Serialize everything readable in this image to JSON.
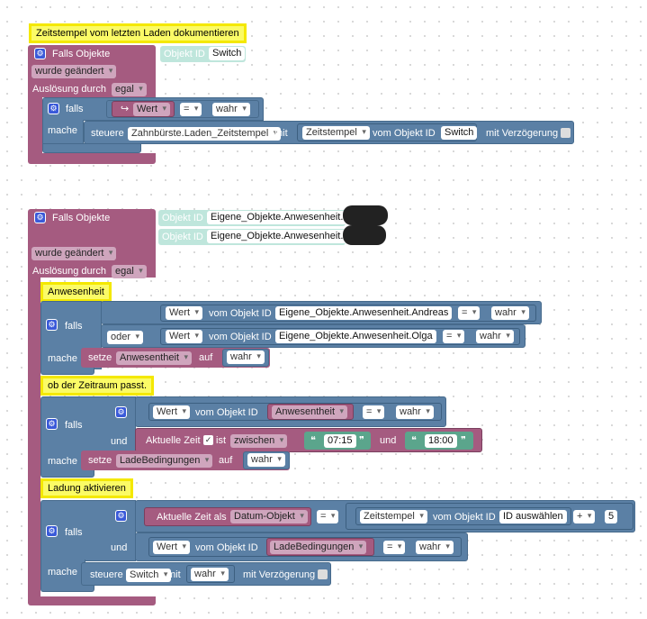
{
  "block1": {
    "comment": "Zeitstempel vom letzten Laden dokumentieren",
    "event_label": "Falls Objekte",
    "objekt_id_label": "Objekt ID",
    "objekt_id_value": "Switch",
    "changed_label": "wurde geändert",
    "trigger_label": "Auslösung durch",
    "trigger_value": "egal",
    "if_label": "falls",
    "do_label": "mache",
    "value_label": "Wert",
    "eq": "=",
    "true_value": "wahr",
    "control_label": "steuere",
    "control_target": "Zahnbürste.Laden_Zeitstempel",
    "with_label": "mit",
    "timestamp_label": "Zeitstempel",
    "from_object_label": "vom Objekt ID",
    "from_object_value": "Switch",
    "delay_label": "mit Verzögerung"
  },
  "block2": {
    "event_label": "Falls Objekte",
    "objekt_id_label": "Objekt ID",
    "objekt_id_1": "Eigene_Objekte.Anwesenheit.",
    "objekt_id_2": "Eigene_Objekte.Anwesenheit.",
    "changed_label": "wurde geändert",
    "trigger_label": "Auslösung durch",
    "trigger_value": "egal",
    "comment_1": "Anwesenheit",
    "if_label": "falls",
    "or_label": "oder",
    "do_label": "mache",
    "value_label": "Wert",
    "from_object_label": "vom Objekt ID",
    "id_andreas": "Eigene_Objekte.Anwesenheit.Andreas",
    "id_olga": "Eigene_Objekte.Anwesenheit.Olga",
    "eq": "=",
    "true_value": "wahr",
    "set_label": "setze",
    "var_anwesenheit": "Anwesentheit",
    "to_label": "auf",
    "comment_2": "ob der Zeitraum passt.",
    "and_label": "und",
    "current_time_label": "Aktuelle Zeit",
    "is_label": "ist",
    "between_value": "zwischen",
    "time_from": "07:15",
    "time_to": "18:00",
    "var_ladebedingungen": "LadeBedingungen",
    "comment_3": "Ladung aktivieren",
    "current_time_as_label": "Aktuelle Zeit als",
    "date_object_value": "Datum-Objekt",
    "timestamp_label": "Zeitstempel",
    "id_select_value": "ID auswählen",
    "plus": "+",
    "number_value": "5",
    "control_label": "steuere",
    "control_target": "Switch",
    "with_label": "mit",
    "delay_label": "mit Verzögerung"
  },
  "colors": {
    "event": "#a55b80",
    "logic": "#5b80a5",
    "comment": "#fbfb66",
    "string": "#5ba58c"
  }
}
